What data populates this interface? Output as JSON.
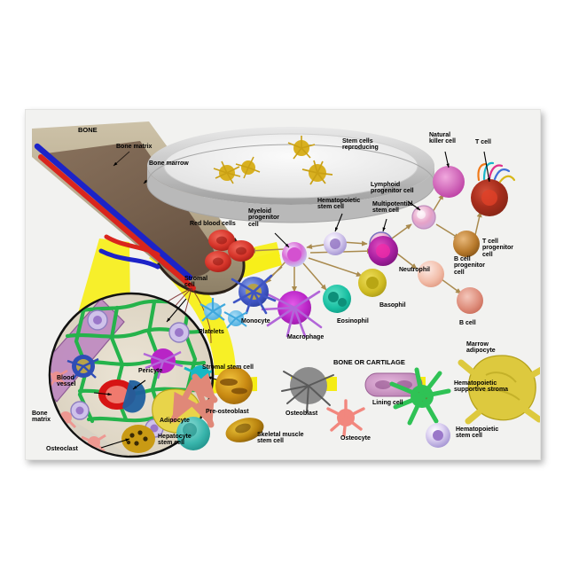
{
  "figure": {
    "kind": "photo-print",
    "subject": "bone marrow stem cell differentiation diagram",
    "background_color": "#ffffff",
    "panel_color": "#f2f2f0"
  },
  "bone_panel": {
    "labels": [
      {
        "key": "bone",
        "text": "BONE"
      },
      {
        "key": "bone_matrix",
        "text": "Bone matrix"
      },
      {
        "key": "bone_marrow",
        "text": "Bone marrow"
      }
    ],
    "colors": {
      "artery": "#d9251d",
      "vein": "#1c23c8",
      "cortical": "#b6a98d",
      "marrow": "#6b5444"
    }
  },
  "dish": {
    "label": "Stem cells\nreproducing",
    "colony_color": "#d8b020",
    "rim_color": "#c9c9c9"
  },
  "inset_circle": {
    "labels": [
      {
        "key": "stromal_cell",
        "text": "Stromal\ncell"
      },
      {
        "key": "blood_vessel",
        "text": "Blood\nvessel"
      },
      {
        "key": "pericyte",
        "text": "Pericyte"
      },
      {
        "key": "bone_matrix",
        "text": "Bone\nmatrix"
      },
      {
        "key": "adipocyte",
        "text": "Adipocyte"
      },
      {
        "key": "osteoclast",
        "text": "Osteoclast"
      },
      {
        "key": "stromal_stem_cell",
        "text": "Stromal stem cell"
      }
    ],
    "stroma_color": "#25b34b",
    "matrix_color": "#b87fbd"
  },
  "hematopoietic": {
    "labels": [
      {
        "key": "hsc",
        "text": "Hematopoietic\nstem cell"
      },
      {
        "key": "multipotential",
        "text": "Multipotential\nstem cell"
      },
      {
        "key": "myeloid_progenitor",
        "text": "Myeloid\nprogenitor\ncell"
      },
      {
        "key": "lymphoid_progenitor",
        "text": "Lymphoid\nprogenitor cell"
      },
      {
        "key": "red_blood_cells",
        "text": "Red blood cells"
      },
      {
        "key": "platelets",
        "text": "Platelets"
      },
      {
        "key": "monocyte",
        "text": "Monocyte"
      },
      {
        "key": "macrophage",
        "text": "Macrophage"
      },
      {
        "key": "eosinophil",
        "text": "Eosinophil"
      },
      {
        "key": "basophil",
        "text": "Basophil"
      },
      {
        "key": "neutrophil",
        "text": "Neutrophil"
      },
      {
        "key": "natural_killer",
        "text": "Natural\nkiller cell"
      },
      {
        "key": "t_cell",
        "text": "T cell"
      },
      {
        "key": "t_cell_progenitor",
        "text": "T cell\nprogenitor\ncell"
      },
      {
        "key": "b_cell_progenitor",
        "text": "B cell\nprogenitor\ncell"
      },
      {
        "key": "b_cell",
        "text": "B cell"
      }
    ],
    "arrow_color": "#a98a4e"
  },
  "mesenchymal": {
    "labels": [
      {
        "key": "pre_osteoblast",
        "text": "Pre-osteoblast"
      },
      {
        "key": "osteoblast",
        "text": "Osteoblast"
      },
      {
        "key": "bone_or_cartilage",
        "text": "BONE OR CARTILAGE"
      },
      {
        "key": "lining_cell",
        "text": "Lining cell"
      },
      {
        "key": "osteocyte",
        "text": "Osteocyte"
      },
      {
        "key": "hepatocyte_stem_cell",
        "text": "Hepatocyte\nstem cell"
      },
      {
        "key": "skeletal_muscle_stem_cell",
        "text": "Skeletal muscle\nstem cell"
      },
      {
        "key": "marrow_adipocyte",
        "text": "Marrow\nadipocyte"
      },
      {
        "key": "hematopoietic_supportive_stroma",
        "text": "Hematopoietic\nsupportive stroma"
      },
      {
        "key": "hematopoietic_stem_cell",
        "text": "Hematopoietic\nstem cell"
      }
    ],
    "arrow_color": "#e08878",
    "beam_color": "#f5ec13"
  }
}
